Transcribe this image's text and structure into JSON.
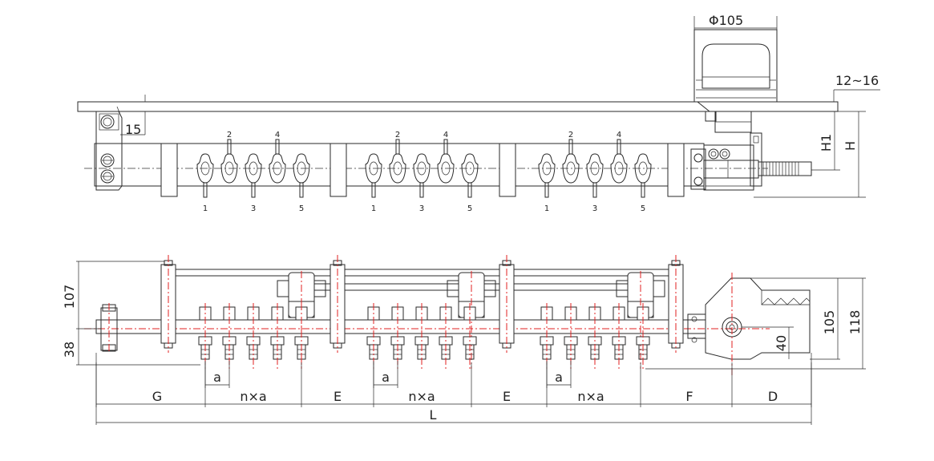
{
  "top_view": {
    "motor_diameter": "Φ105",
    "gap_range": "12~16",
    "offset": "15",
    "h1": "H1",
    "h": "H",
    "upper_numbers": [
      "2",
      "4"
    ],
    "lower_numbers": [
      "1",
      "3",
      "5"
    ]
  },
  "front_view": {
    "height_upper": "107",
    "height_lower": "38",
    "height_right_a": "105",
    "height_right_b": "118",
    "height_center": "40",
    "pitch": "a",
    "segments": [
      "G",
      "n×a",
      "E",
      "n×a",
      "E",
      "n×a",
      "F",
      "D"
    ],
    "length": "L"
  }
}
